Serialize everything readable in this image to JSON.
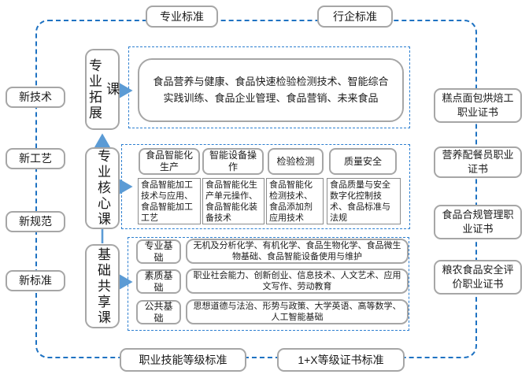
{
  "title": "食品专业课程体系与证书标准示意图",
  "colors": {
    "frame_dash_blue": "#1e72c2",
    "inner_dash_blue": "#2d7fd0",
    "arrow_blue": "#5b9bd5",
    "node_border_gray": "#a6a6a6"
  },
  "top_standards": {
    "left": "专业标准",
    "right": "行企标准"
  },
  "bottom_standards": {
    "left": "职业技能等级标准",
    "right": "1+X等级证书标准"
  },
  "left_labels": [
    "新技术",
    "新工艺",
    "新规范",
    "新标准"
  ],
  "right_certificates": [
    "糕点面包烘焙工职业证书",
    "营养配餐员职业证书",
    "食品合规管理职业证书",
    "粮农食品安全评价职业证书"
  ],
  "course_groups": {
    "expansion": {
      "label": "专业拓展课",
      "content": "食品营养与健康、食品快速检验检测技术、智能综合实践训练、食品企业管理、食品营销、未来食品"
    },
    "core": {
      "label": "专业核心课",
      "columns": [
        {
          "header": "食品智能化生产",
          "content": "食品智能加工技术与应用、食品智能加工工艺"
        },
        {
          "header": "智能设备操作",
          "content": "食品智能化生产单元操作、食品智能化装备技术"
        },
        {
          "header": "检验检测",
          "content": "食品智能化检测技术、食品添加剂应用技术"
        },
        {
          "header": "质量安全",
          "content": "食品质量与安全数字化控制技术、食品标准与法规"
        }
      ]
    },
    "foundation": {
      "label": "基础共享课",
      "rows": [
        {
          "header": "专业基础",
          "content": "无机及分析化学、有机化学、食品生物化学、食品微生物基础、食品智能设备使用与维护"
        },
        {
          "header": "素质基础",
          "content": "职业社会能力、创新创业、信息技术、人文艺术、应用文写作、劳动教育"
        },
        {
          "header": "公共基础",
          "content": "思想道德与法治、形势与政策、大学英语、高等数学、人工智能基础"
        }
      ]
    }
  }
}
